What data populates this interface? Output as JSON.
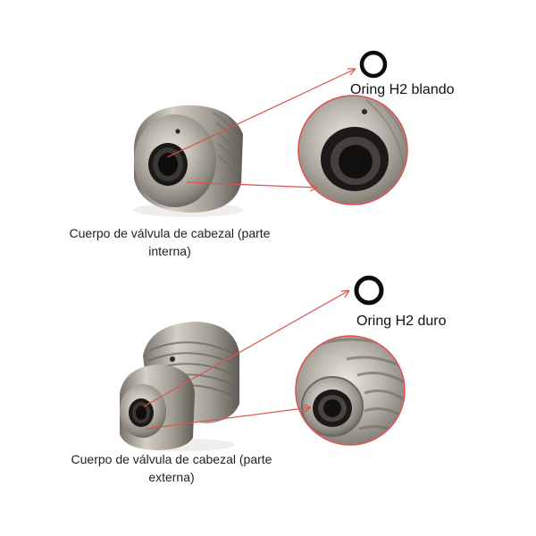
{
  "panels": [
    {
      "caption_line1": "Cuerpo de válvula de cabezal (parte",
      "caption_line2": "interna)",
      "oring_label": "Oring H2 blando"
    },
    {
      "caption_line1": "Cuerpo de válvula de cabezal (parte",
      "caption_line2": "externa)",
      "oring_label": "Oring H2 duro"
    }
  ],
  "icons": [
    "valve-body-inner-icon",
    "valve-body-outer-icon",
    "oring-icon",
    "magnified-detail-icon"
  ],
  "colors": {
    "arrow": "#d9534f",
    "metal": "#b9b4ab",
    "metal_dark": "#6e6a63",
    "oring": "#0b0b0b"
  }
}
